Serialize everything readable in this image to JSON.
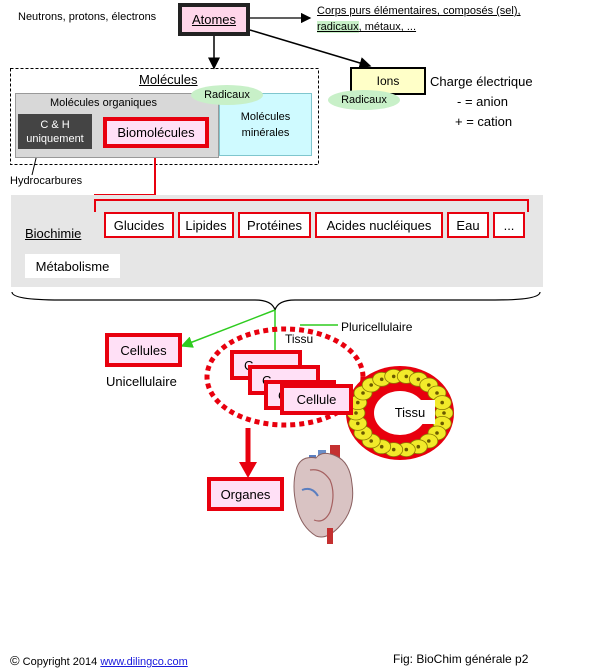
{
  "top": {
    "neutrons_text": "Neutrons, protons, électrons",
    "atomes": "Atomes",
    "corps_line1": "Corps purs élémentaires, composés (sel),",
    "corps_line2_a": "radicaux",
    "corps_line2_b": ", métaux, ..."
  },
  "molecules": {
    "title": "Molécules",
    "organiques": "Molécules organiques",
    "ch_line1": "C & H",
    "ch_line2": "uniquement",
    "biomolecules": "Biomolécules",
    "minerales_line1": "Molécules",
    "minerales_line2": "minérales",
    "radicaux": "Radicaux",
    "hydrocarbures": "Hydrocarbures"
  },
  "ions": {
    "label": "Ions",
    "radicaux": "Radicaux",
    "charge": "Charge électrique",
    "anion": "- = anion",
    "cation": "+ = cation"
  },
  "biochimie": {
    "label": "Biochimie",
    "items": [
      "Glucides",
      "Lipides",
      "Protéines",
      "Acides nucléiques",
      "Eau",
      "..."
    ],
    "metabolisme": "Métabolisme"
  },
  "bio": {
    "pluricellulaire": "Pluricellulaire",
    "tissu_top": "Tissu",
    "cellules": "Cellules",
    "unicellulaire": "Unicellulaire",
    "cell_c": "C",
    "cellule": "Cellule",
    "tissu_right": "Tissu",
    "organes": "Organes"
  },
  "footer": {
    "copyright_symbol": "©",
    "copyright": "Copyright 2014",
    "site": "www.dilingco.com",
    "fig": "Fig: BioChim générale p2"
  },
  "colors": {
    "accent_red": "#e8000e",
    "pink": "#ffe0f6",
    "cyan": "#cffaff",
    "yellow": "#ffffc8",
    "green_oval": "#c8f0c8",
    "gray_panel": "#e6e6e6",
    "dark_box": "#444444",
    "link_blue": "#1a1adc"
  }
}
